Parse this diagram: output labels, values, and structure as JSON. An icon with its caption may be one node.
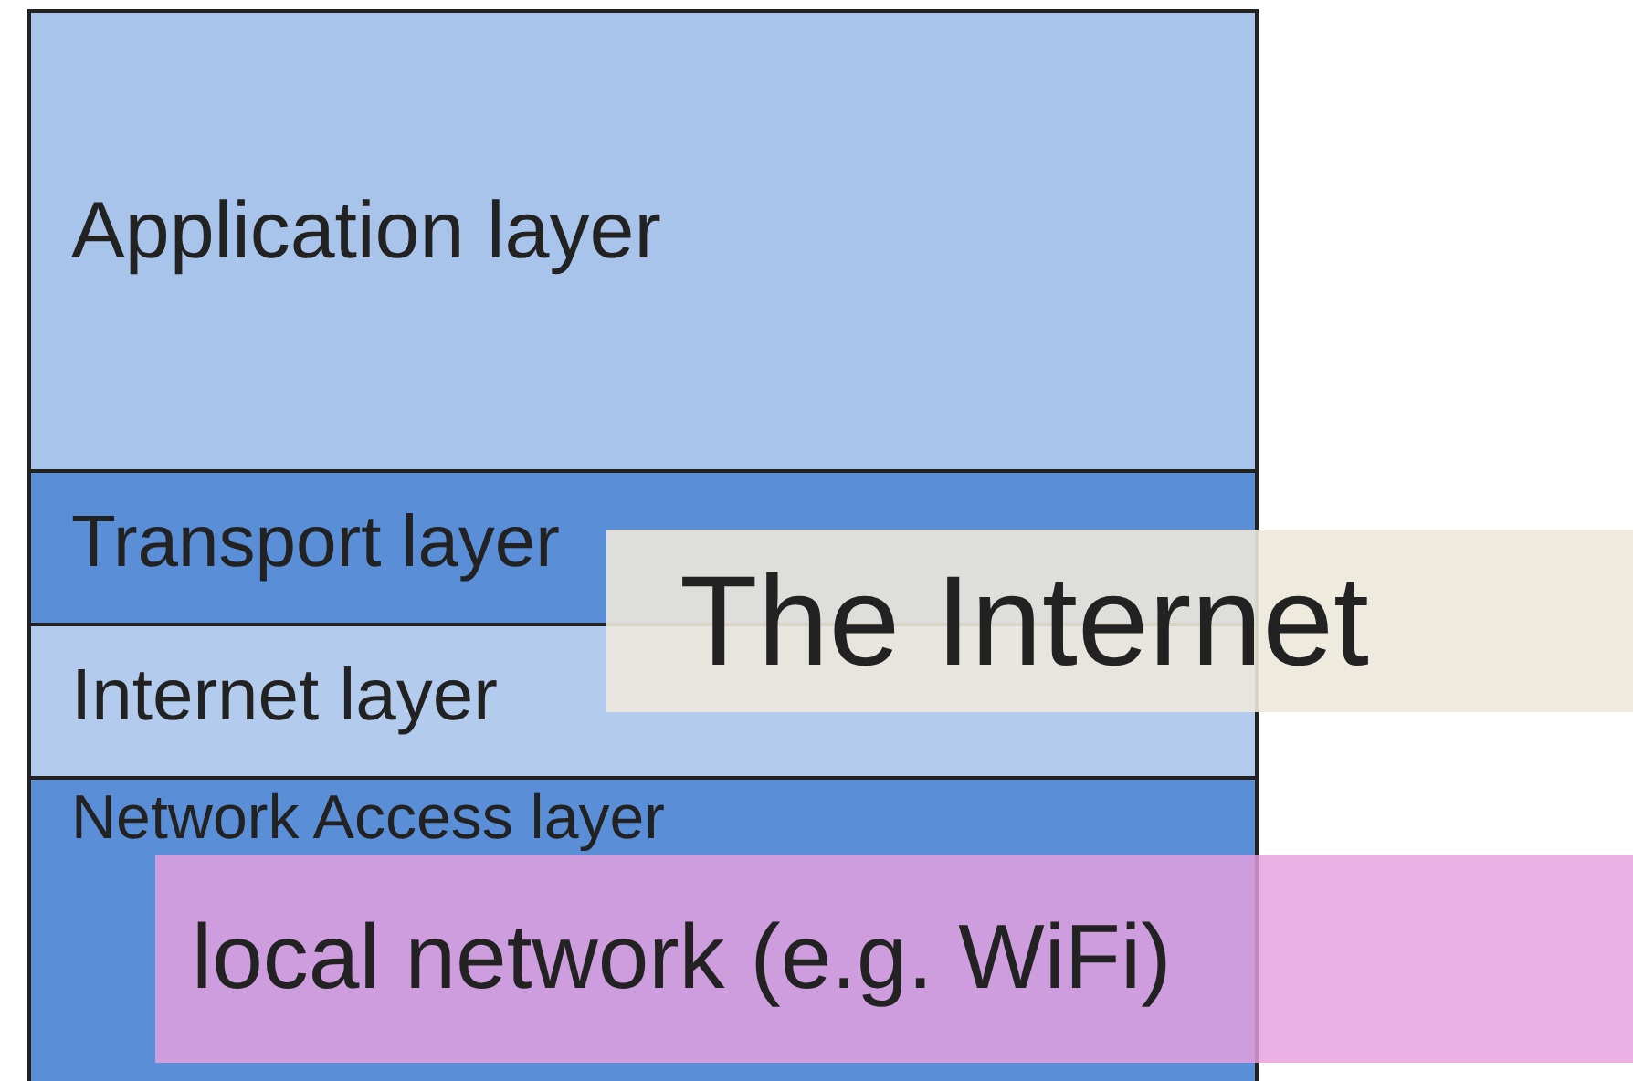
{
  "diagram": {
    "nodes": [
      {
        "text": [
          "Application layer"
        ]
      },
      {
        "text": [
          "Transport layer"
        ]
      },
      {
        "text": [
          "Internet layer"
        ]
      },
      {
        "text": [
          "Network Access layer"
        ]
      },
      {
        "text": [
          "The Internet"
        ]
      },
      {
        "text": [
          "local network (e.g. WiFi)"
        ]
      }
    ]
  }
}
